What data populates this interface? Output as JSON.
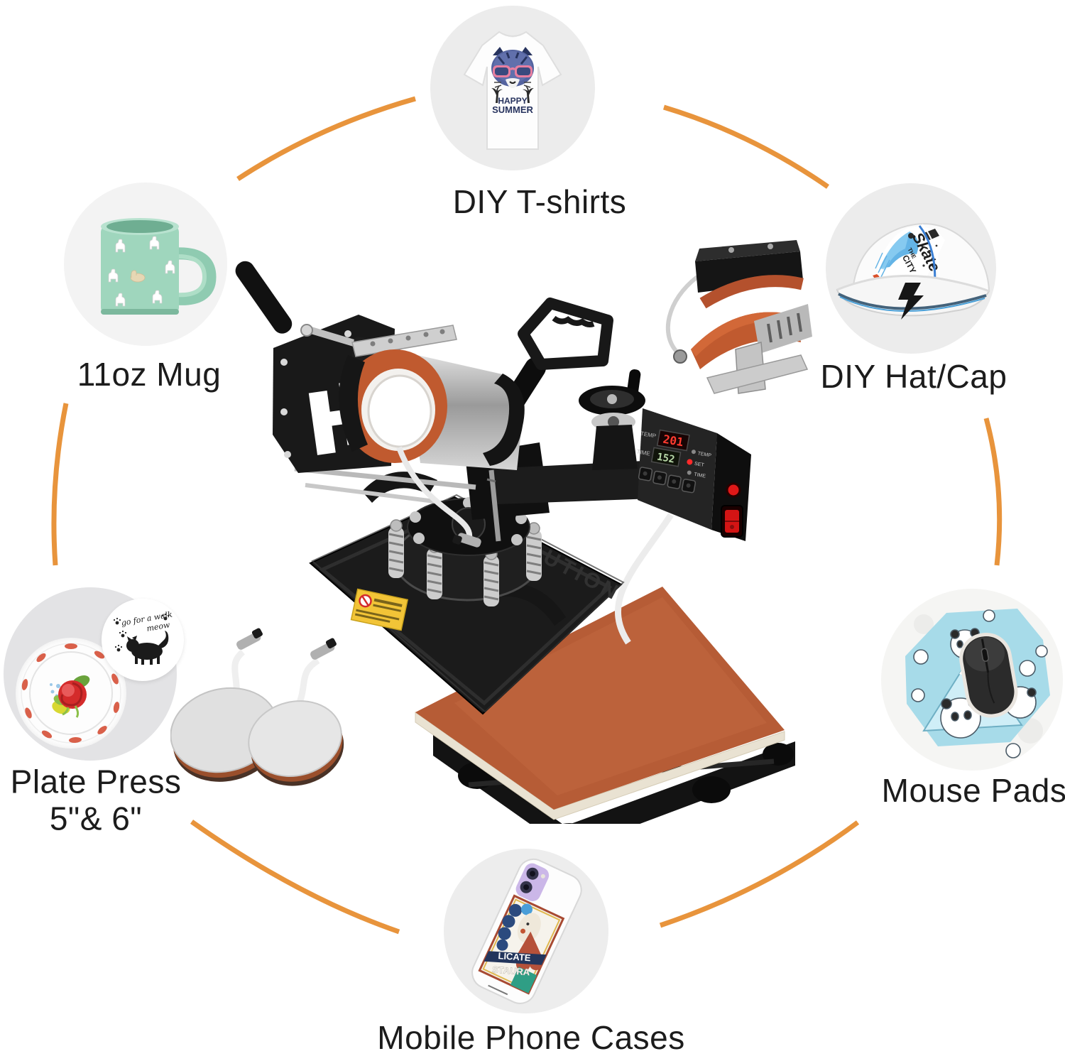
{
  "page": {
    "background": "#ffffff"
  },
  "colors": {
    "arc": "#E8943C",
    "label_text": "#1C1C1C",
    "circle_bg": "#ECECEC",
    "mug_mint": "#9FD6BD",
    "mousepad_blue": "#A7DBE9",
    "heater_orange": "#C05A2F",
    "base_pad_brown": "#B65C36",
    "sticker_yellow": "#F2C437",
    "display_red": "#FF3B30",
    "display_green": "#B8D8A8",
    "power_red": "#E01818"
  },
  "items": {
    "tshirt": {
      "label": "DIY T-shirts",
      "graphic_line1": "HAPPY",
      "graphic_line2": "SUMMER"
    },
    "mug": {
      "label": "11oz Mug"
    },
    "hat": {
      "label": "DIY Hat/Cap",
      "design_word1": "Skate",
      "design_word2": "THE",
      "design_word3": "CITY"
    },
    "plates": {
      "label_line1": "Plate Press",
      "label_line2": "5\"& 6\"",
      "cat_text_line1": "go for a walk",
      "cat_text_line2": "meow"
    },
    "mousepad": {
      "label": "Mouse Pads"
    },
    "phone": {
      "label": "Mobile Phone Cases",
      "case_word1": "LICATE",
      "case_word2": "STAURA"
    }
  },
  "machine": {
    "caution": "CAUTION",
    "panel": {
      "temp_label": "TEMP",
      "time_label": "TIME",
      "set_label": "SET",
      "temp_value": "201",
      "time_value": "152"
    }
  }
}
